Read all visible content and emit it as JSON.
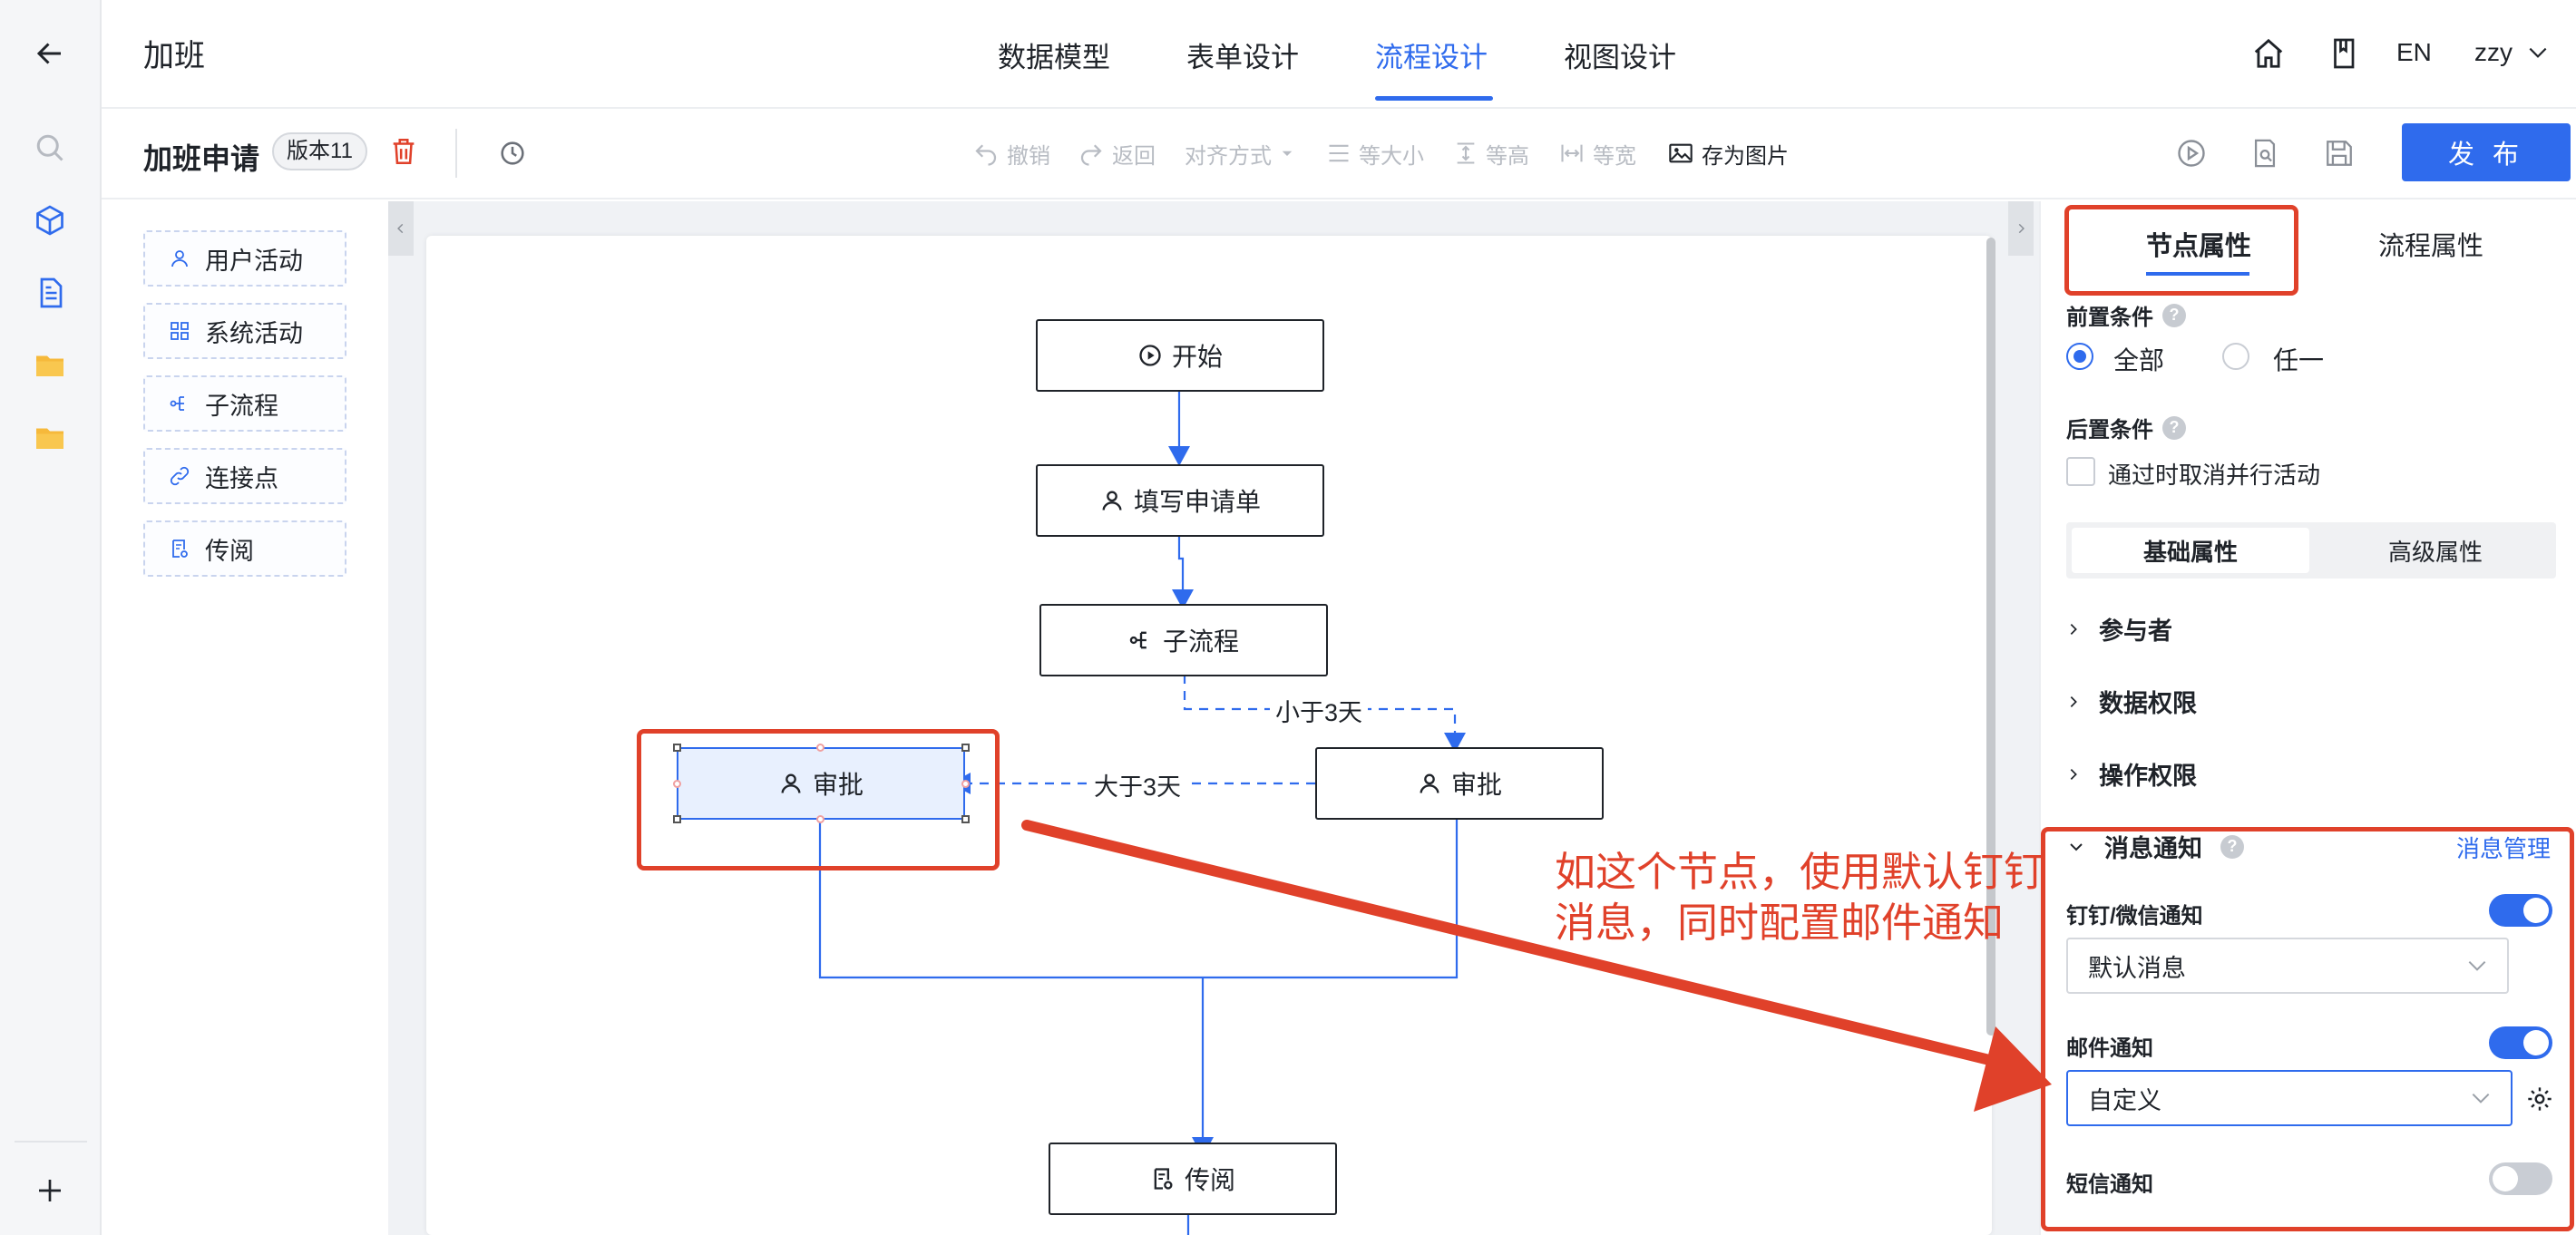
{
  "header": {
    "app_title": "加班",
    "tabs": [
      {
        "label": "数据模型"
      },
      {
        "label": "表单设计"
      },
      {
        "label": "流程设计"
      },
      {
        "label": "视图设计"
      }
    ],
    "active_tab": "流程设计",
    "lang": "EN",
    "user": "zzy",
    "icons": [
      "back-arrow-icon",
      "home-icon",
      "book-icon",
      "chevron-down-icon"
    ]
  },
  "toolbar": {
    "form_name": "加班申请",
    "version": "版本11",
    "undo": "撤销",
    "redo": "返回",
    "align": "对齐方式",
    "same_size": "等大小",
    "same_height": "等高",
    "same_width": "等宽",
    "save_image": "存为图片",
    "publish": "发 布"
  },
  "palette": {
    "items": [
      {
        "label": "用户活动",
        "icon": "user-icon"
      },
      {
        "label": "系统活动",
        "icon": "grid-icon"
      },
      {
        "label": "子流程",
        "icon": "subflow-icon"
      },
      {
        "label": "连接点",
        "icon": "link-icon"
      },
      {
        "label": "传阅",
        "icon": "circulate-icon"
      }
    ]
  },
  "flow": {
    "nodes": {
      "start": "开始",
      "fill": "填写申请单",
      "subflow": "子流程",
      "approve_left": "审批",
      "approve_right": "审批",
      "circulate": "传阅"
    },
    "edges": {
      "lt3": "小于3天",
      "gt3": "大于3天"
    }
  },
  "panel": {
    "tabs": {
      "node": "节点属性",
      "process": "流程属性"
    },
    "pre_condition": "前置条件",
    "pre_options": {
      "all": "全部",
      "any": "任一"
    },
    "pre_selected": "全部",
    "post_condition": "后置条件",
    "post_checkbox": "通过时取消并行活动",
    "post_checked": false,
    "segments": {
      "basic": "基础属性",
      "advanced": "高级属性"
    },
    "sections": {
      "participants": "参与者",
      "data_perm": "数据权限",
      "op_perm": "操作权限",
      "notify": "消息通知",
      "notify_manage": "消息管理"
    },
    "notify": {
      "dingtalk_label": "钉钉/微信通知",
      "dingtalk_on": true,
      "dingtalk_value": "默认消息",
      "email_label": "邮件通知",
      "email_on": true,
      "email_value": "自定义",
      "sms_label": "短信通知",
      "sms_on": false
    }
  },
  "annotation": {
    "line1": "如这个节点，使用默认钉钉",
    "line2": "消息，同时配置邮件通知",
    "color": "#e0412a"
  },
  "colors": {
    "accent": "#2f6bed",
    "annotation": "#e0412a"
  }
}
